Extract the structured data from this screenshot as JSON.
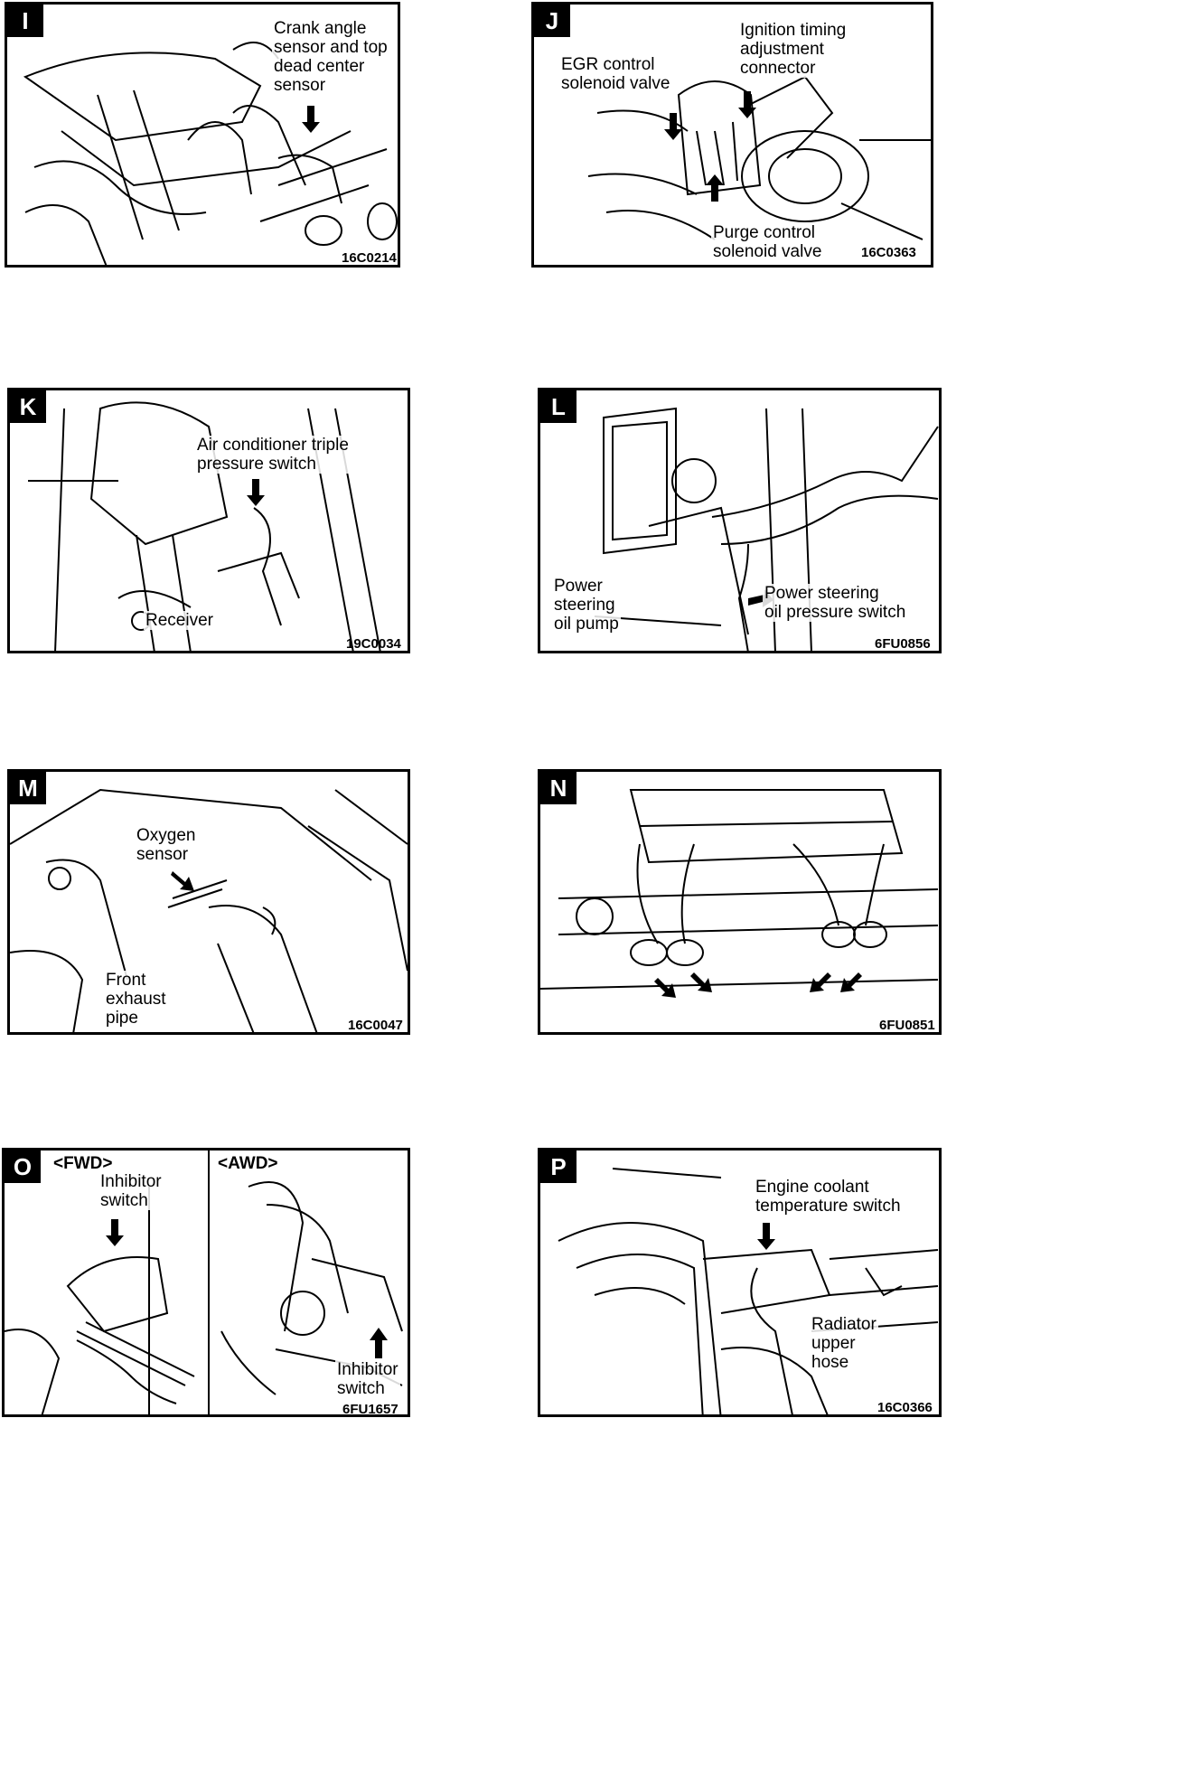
{
  "panels": {
    "I": {
      "letter": "I",
      "code": "16C0214",
      "label": [
        "Crank angle",
        "sensor and top",
        "dead center",
        "sensor"
      ]
    },
    "J": {
      "letter": "J",
      "code": "16C0363",
      "label_ignition": [
        "Ignition timing",
        "adjustment",
        "connector"
      ],
      "label_egr": [
        "EGR control",
        "solenoid valve"
      ],
      "label_purge": [
        "Purge control",
        "solenoid valve"
      ]
    },
    "K": {
      "letter": "K",
      "code": "19C0034",
      "label_switch": [
        "Air conditioner triple",
        "pressure switch"
      ],
      "label_receiver": "Receiver"
    },
    "L": {
      "letter": "L",
      "code": "6FU0856",
      "label_pump": [
        "Power",
        "steering",
        "oil pump"
      ],
      "label_switch": [
        "Power steering",
        "oil pressure switch"
      ]
    },
    "M": {
      "letter": "M",
      "code": "16C0047",
      "label_oxygen": [
        "Oxygen",
        "sensor"
      ],
      "label_pipe": [
        "Front",
        "exhaust",
        "pipe"
      ]
    },
    "N": {
      "letter": "N",
      "code": "6FU0851"
    },
    "O": {
      "letter": "O",
      "code": "6FU1657",
      "fwd": "<FWD>",
      "awd": "<AWD>",
      "label_fwd": [
        "Inhibitor",
        "switch"
      ],
      "label_awd": [
        "Inhibitor",
        "switch"
      ]
    },
    "P": {
      "letter": "P",
      "code": "16C0366",
      "label_switch": [
        "Engine coolant",
        "temperature switch"
      ],
      "label_hose": [
        "Radiator",
        "upper",
        "hose"
      ]
    }
  }
}
